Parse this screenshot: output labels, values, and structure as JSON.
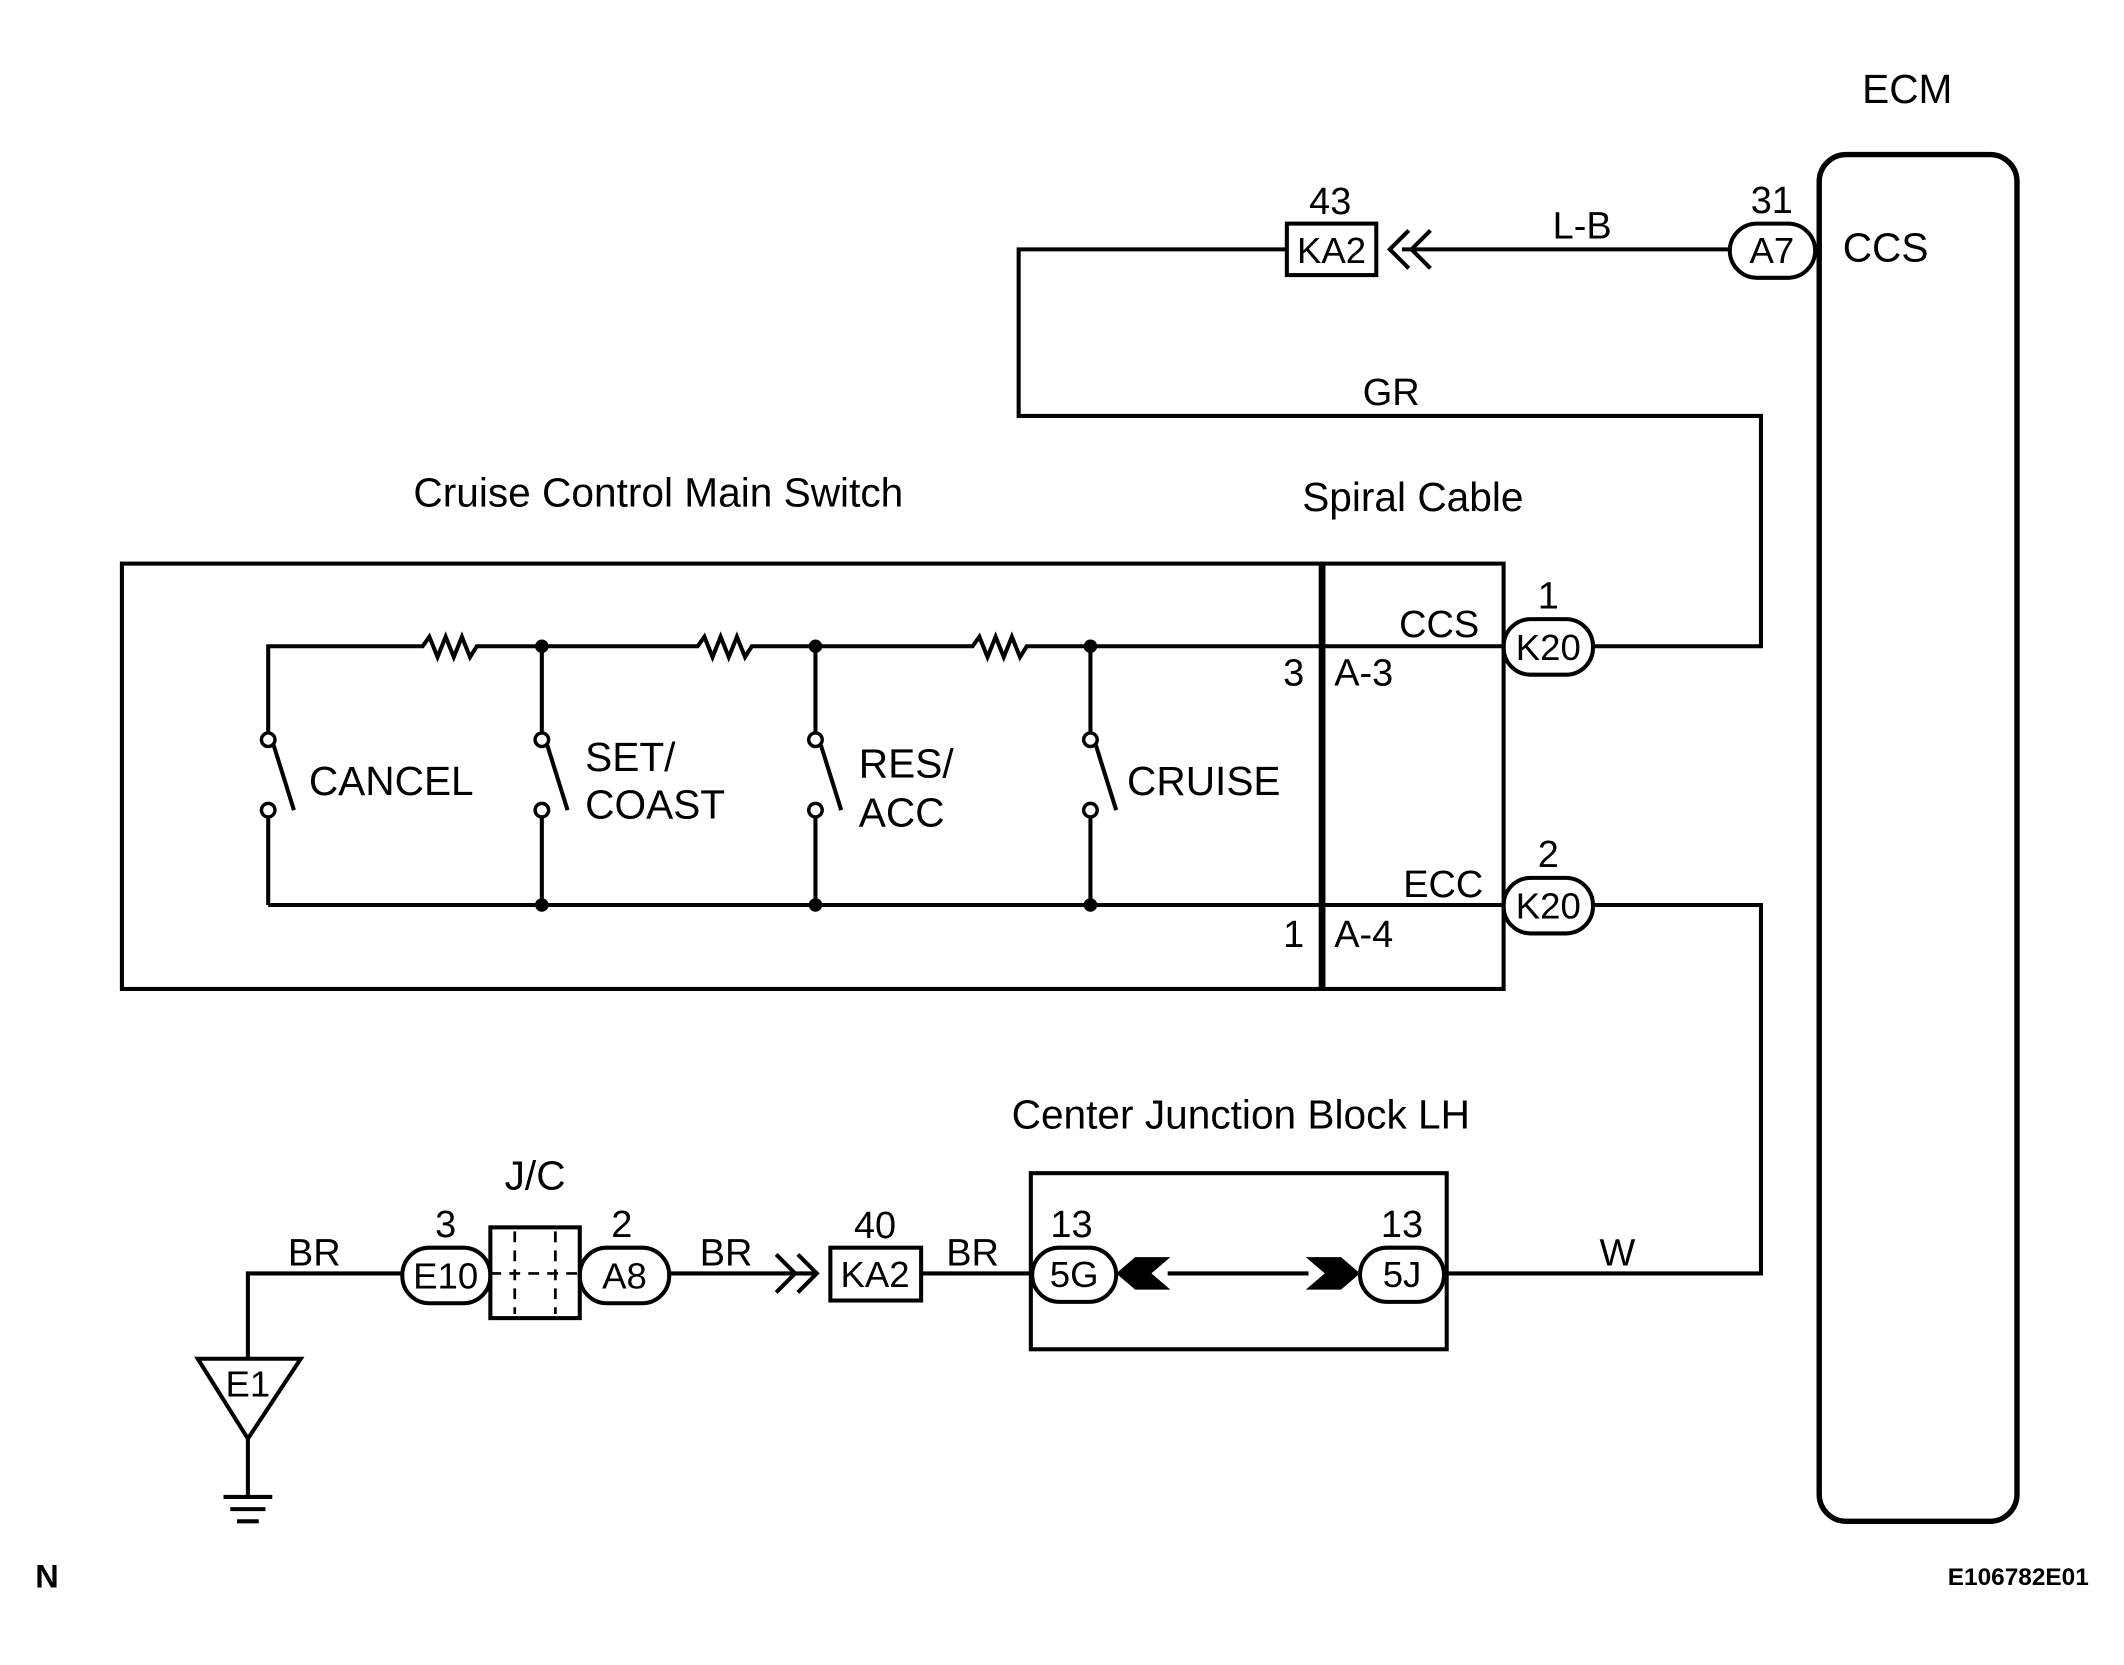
{
  "labels": {
    "ecm": "ECM",
    "main_switch": "Cruise Control Main Switch",
    "spiral_cable": "Spiral Cable",
    "junction_block": "Center Junction Block LH",
    "jc": "J/C",
    "corner_left": "N",
    "corner_right": "E106782E01"
  },
  "ecm": {
    "terminal": "CCS"
  },
  "connectors": {
    "a7": {
      "code": "A7",
      "pin": "31"
    },
    "ka2_top": {
      "code": "KA2",
      "pin": "43"
    },
    "k20_1": {
      "code": "K20",
      "pin": "1"
    },
    "k20_2": {
      "code": "K20",
      "pin": "2"
    },
    "e10": {
      "code": "E10",
      "pin": "3"
    },
    "a8": {
      "code": "A8",
      "pin": "2"
    },
    "ka2_bottom": {
      "code": "KA2",
      "pin": "40"
    },
    "j5g": {
      "code": "5G",
      "pin": "13"
    },
    "j5j": {
      "code": "5J",
      "pin": "13"
    }
  },
  "wires": {
    "lb": "L-B",
    "gr": "GR",
    "w": "W",
    "br1": "BR",
    "br2": "BR",
    "br3": "BR"
  },
  "spiral": {
    "ccs": "CCS",
    "ecc": "ECC",
    "pin3": "3",
    "a3": "A-3",
    "pin1": "1",
    "a4": "A-4"
  },
  "switches": {
    "cancel": "CANCEL",
    "set_line1": "SET/",
    "set_line2": "COAST",
    "res_line1": "RES/",
    "res_line2": "ACC",
    "cruise": "CRUISE"
  },
  "ground": {
    "code": "E1"
  }
}
